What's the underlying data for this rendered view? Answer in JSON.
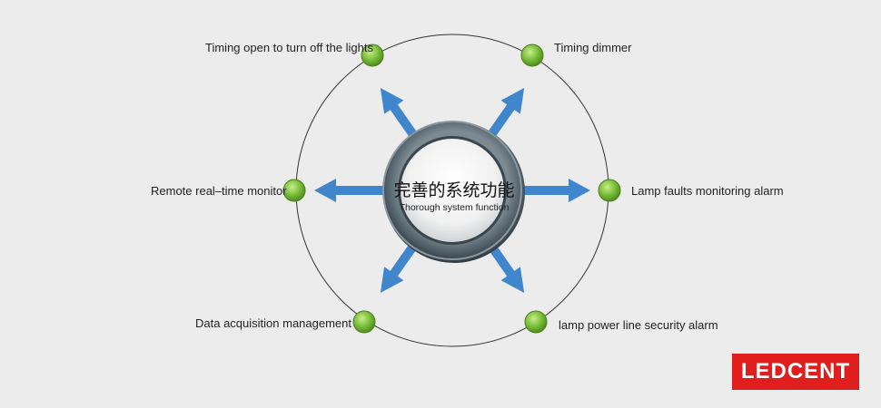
{
  "center": {
    "title": "完善的系统功能",
    "subtitle": "Thorough system function"
  },
  "nodes": [
    {
      "label": "Timing open to turn off the lights"
    },
    {
      "label": "Timing dimmer"
    },
    {
      "label": "Remote real–time monitor"
    },
    {
      "label": "Lamp faults monitoring alarm"
    },
    {
      "label": "Data acquisition management"
    },
    {
      "label": "lamp power line security alarm"
    }
  ],
  "brand": {
    "logo_text": "LEDCENT"
  },
  "colors": {
    "background": "#ececec",
    "arrow": "#3f86cc",
    "node_fill": "#76b73a",
    "logo_bg": "#e01e1e",
    "ring_outer": "#55636c"
  }
}
